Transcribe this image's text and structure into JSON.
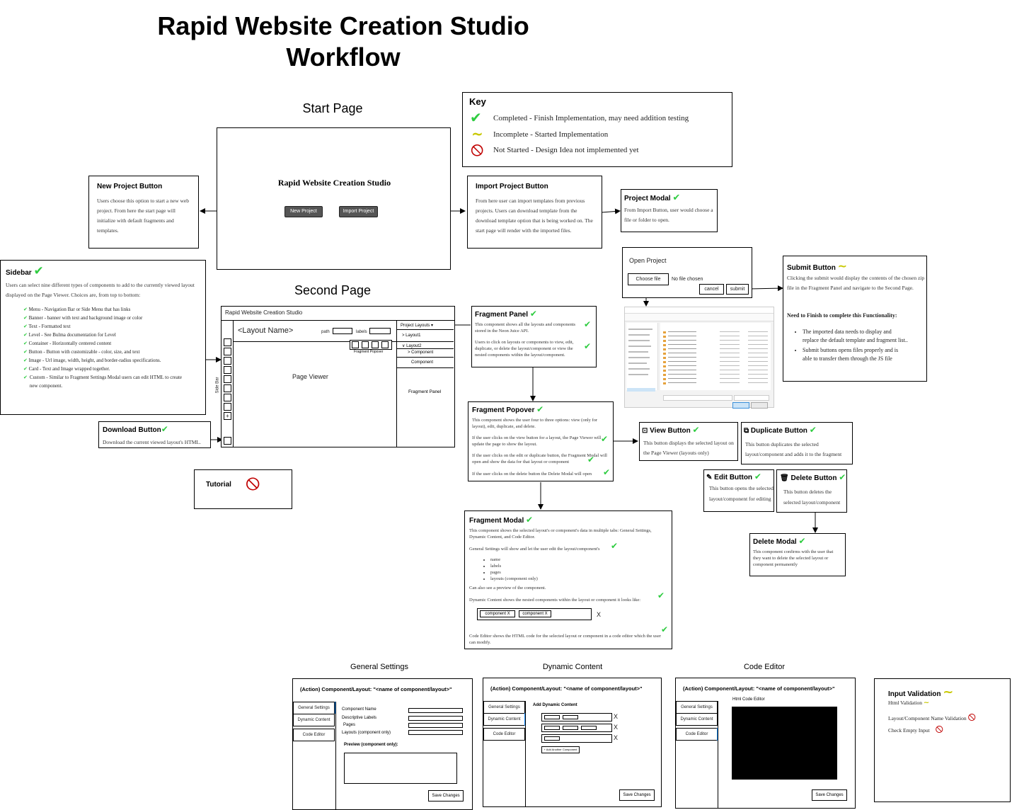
{
  "title_line1": "Rapid Website Creation Studio",
  "title_line2": "Workflow",
  "start_page": {
    "label": "Start Page",
    "app_title": "Rapid Website Creation Studio",
    "new_project": "New Project",
    "import_project": "Import Project"
  },
  "key": {
    "title": "Key",
    "completed": "Completed - Finish Implementation, may need addition testing",
    "incomplete": "Incomplete - Started Implementation",
    "not_started": "Not Started - Design Idea not implemented yet"
  },
  "new_project_button": {
    "title": "New Project Button",
    "text": "Users choose this option to start a new web project. From here the start page will initialize with default fragments and templates."
  },
  "import_project_button": {
    "title": "Import Project Button",
    "text": "From here user can import templates from previous projects. Users can download template from the download template option that is being worked on. The start page will render with the imported files."
  },
  "project_modal": {
    "title": "Project Modal",
    "text": "From Import Button, user would choose a file or folder to open."
  },
  "open_project": {
    "title": "Open Project",
    "choose_file": "Choose file",
    "no_file": "No file chosen",
    "cancel": "cancel",
    "submit": "submit"
  },
  "submit_button": {
    "title": "Submit Button",
    "text": "Clicking the submit would display the contents of the chosen zip file in the Fragment Panel and navigate to the Second Page.",
    "need": "Need to Finish to complete this Functionality",
    "items": [
      "The imported data needs to display and replace the default template and fragment list..",
      "Submit buttons opens files properly and is able to transfer them through the JS file"
    ]
  },
  "sidebar": {
    "title": "Sidebar",
    "text": "Users can select nine different types of components to add to the currently viewed layout displayed on the Page Viewer. Choices are, from top to bottom:",
    "items": [
      "Menu - Navigation Bar or Side Menu that has links",
      "Banner - banner with text and background image or color",
      "Text - Formatted text",
      "Level - See Bulma documentation for Level",
      "Container - Horizontally centered content",
      "Button - Button with customizable - color, size, and text",
      "Image - Url image, width, height, and border-radius specifications.",
      "Card - Text and Image wrapped together.",
      "Custom - Similar to Fragment Settings Modal users can edit HTML to create new component."
    ]
  },
  "second_page": {
    "label": "Second Page",
    "app_title": "Rapid Website Creation Studio",
    "layout_name": "<Layout Name>",
    "path": "path",
    "labels": "labels",
    "page_viewer": "Page Viewer",
    "side_bar": "Side Bar",
    "fragment_popover": "Fragment Popover",
    "fragment_panel": "Fragment Panel",
    "project_layouts": "Project Layouts",
    "layout1": "Layout1",
    "layout2": "Layout2",
    "component": "Component",
    "component2": "Component"
  },
  "download_button": {
    "title": "Download Button",
    "text": "Download the current viewed layout's HTML."
  },
  "tutorial": {
    "title": "Tutorial"
  },
  "fragment_panel_box": {
    "title": "Fragment Panel",
    "text1": "This component shows all the layouts and components stored in the Neon Juice API.",
    "text2": "Users to click on layouts or components to view, edit, duplicate, or delete the layout/component or view the nested components within the layout/component."
  },
  "fragment_popover_box": {
    "title": "Fragment Popover",
    "text1": "This component shows the user four to three options: view (only for layout), edit, duplicate, and delete.",
    "text2": "If the user clicks on the view button for a layout, the Page Viewer will update the page to show the layout.",
    "text3": "If the user clicks on the edit or duplicate button, the Fragment Modal will open and show the data for that layout or component",
    "text4": "If the user clicks on the delete button the Delete Modal will open"
  },
  "view_button": {
    "title": "View Button",
    "text": "This button displays the selected layout on the Page Viewer (layouts only)"
  },
  "duplicate_button": {
    "title": "Duplicate Button",
    "text": "This button duplicates the selected layout/component and adds it to the fragment"
  },
  "edit_button": {
    "title": "Edit Button",
    "text": "This button opens the selected layout/component for editing"
  },
  "delete_button": {
    "title": "Delete Button",
    "text": "This button deletes the selected layout/component"
  },
  "delete_modal": {
    "title": "Delete Modal",
    "text": "This component confirms with the user that they want to delete the selected layout or component permanently"
  },
  "fragment_modal": {
    "title": "Fragment Modal",
    "text1": "This component shows the selected layout's or component's data in multiple tabs: General Settings, Dynamic Content, and Code Editor.",
    "text2": "General Settings will show and let the user edit the layout/component's",
    "items": [
      "name",
      "labels",
      "pages",
      "layouts (component only)"
    ],
    "text3": "Can also see a preview of the component.",
    "text4": "Dynamic Content shows the nested components within the layout or component it looks like:",
    "comp1": "component X",
    "comp2": "component X",
    "x": "X",
    "text5": "Code Editor shows the HTML code for the selected layout or component in a code editor which the user can modify."
  },
  "general_settings": {
    "label": "General Settings",
    "header": "(Action) Component/Layout: \"<name of component/layout>\"",
    "tab1": "General Settings",
    "tab2": "Dynamic Content",
    "tab3": "Code Editor",
    "f1": "Component Name",
    "f2": "Descriptive Labels",
    "f3": "Pages",
    "f4": "Layouts (component only)",
    "preview": "Preview (component only):",
    "save": "Save Changes"
  },
  "dynamic_content": {
    "label": "Dynamic Content",
    "header": "(Action) Component/Layout: \"<name of component/layout>\"",
    "tab1": "General Settings",
    "tab2": "Dynamic Content",
    "tab3": "Code Editor",
    "add": "Add Dynamic Content",
    "x": "X",
    "add_another": "+ Add Another Component",
    "save": "Save Changes"
  },
  "code_editor": {
    "label": "Code Editor",
    "header": "(Action) Component/Layout: \"<name of component/layout>\"",
    "tab1": "General Settings",
    "tab2": "Dynamic Content",
    "tab3": "Code Editor",
    "html": "Html Code Editor",
    "save": "Save Changes"
  },
  "input_validation": {
    "title": "Input Validation",
    "i1": "Html Validation",
    "i2": "Layout/Component Name Validation",
    "i3": "Check Empty Input"
  }
}
